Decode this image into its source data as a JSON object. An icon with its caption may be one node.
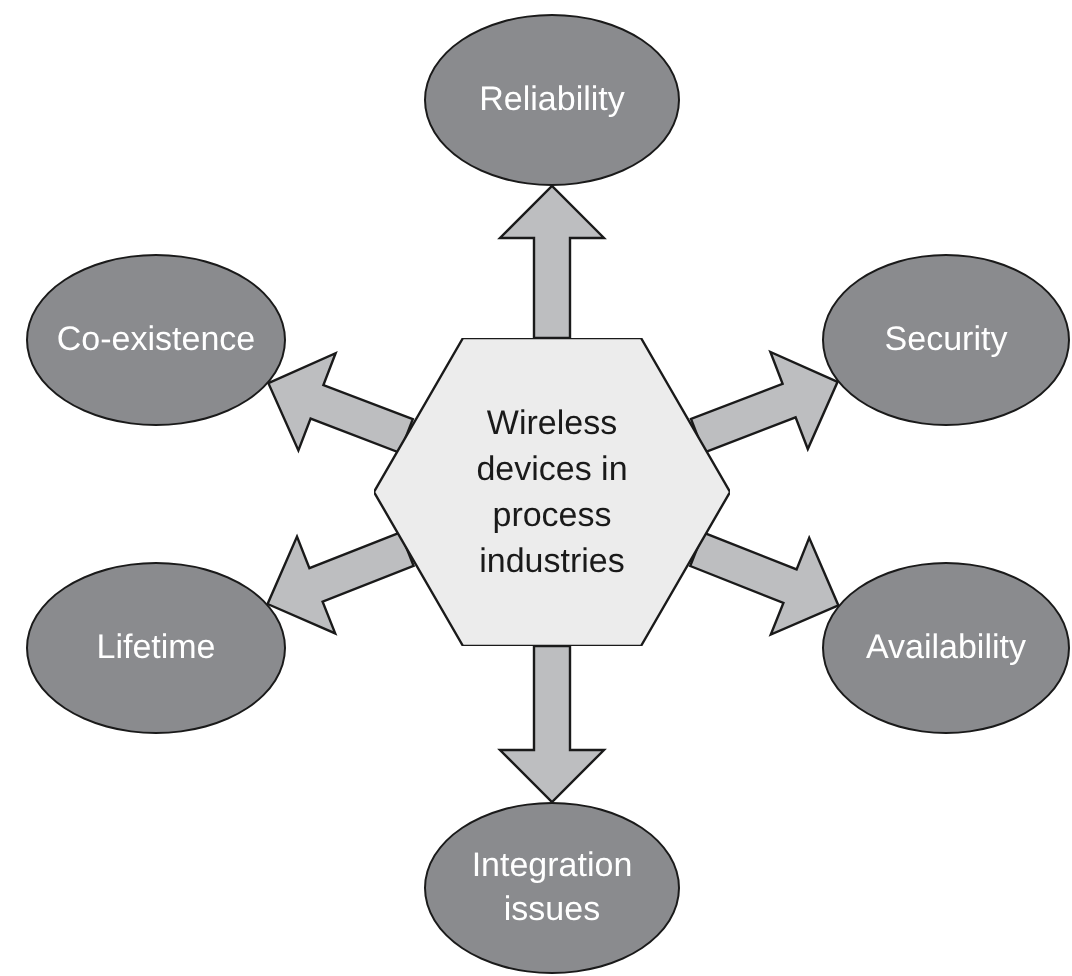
{
  "diagram": {
    "nodes": [
      {
        "text": [
          "Wireless devices in process industries"
        ]
      },
      {
        "text": [
          "Reliability"
        ]
      },
      {
        "text": [
          "Co-existence"
        ]
      },
      {
        "text": [
          "Security"
        ]
      },
      {
        "text": [
          "Lifetime"
        ]
      },
      {
        "text": [
          "Availability"
        ]
      },
      {
        "text": [
          "Integration issues"
        ]
      }
    ],
    "edges": [
      {
        "from": 0,
        "to": 1,
        "arrow": "to"
      },
      {
        "from": 0,
        "to": 2,
        "arrow": "to"
      },
      {
        "from": 0,
        "to": 3,
        "arrow": "to"
      },
      {
        "from": 0,
        "to": 4,
        "arrow": "to"
      },
      {
        "from": 0,
        "to": 5,
        "arrow": "to"
      },
      {
        "from": 0,
        "to": 6,
        "arrow": "to"
      }
    ]
  }
}
